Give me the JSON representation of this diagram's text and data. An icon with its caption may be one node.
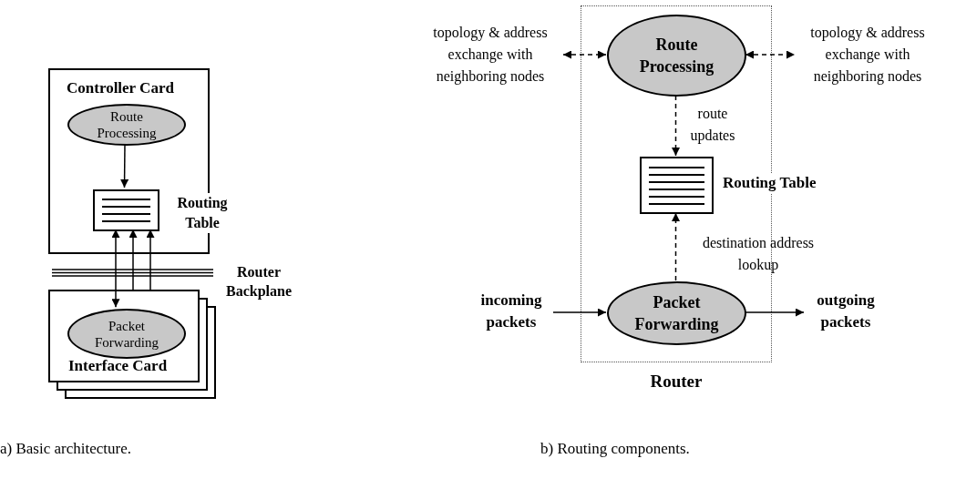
{
  "diagram": {
    "nodes": [
      {
        "text": [
          "Controller Card"
        ]
      },
      {
        "text": [
          "Route Processing"
        ],
        "in": 0
      },
      {
        "text": [],
        "shape": "box",
        "in": 0,
        "beside": [
          "Routing Table"
        ]
      },
      {
        "text": [
          "Interface Card"
        ]
      },
      {
        "text": [
          "Packet Forwarding"
        ],
        "in": 3
      },
      {
        "text": [
          "Router"
        ]
      },
      {
        "text": [
          "topology & address exchange with neighboring nodes"
        ]
      },
      {
        "text": [
          "Route Processing"
        ],
        "in": 5
      },
      {
        "text": [
          "topology & address exchange with neighboring nodes"
        ]
      },
      {
        "text": [],
        "shape": "box",
        "in": 5,
        "beside": [
          "Routing Table"
        ]
      },
      {
        "text": [
          "incoming packets"
        ]
      },
      {
        "text": [
          "Packet Forwarding"
        ],
        "in": 5
      },
      {
        "text": [
          "outgoing packets"
        ]
      }
    ],
    "edges": [
      {
        "from": 1,
        "to": 2,
        "arrow": "to"
      },
      {
        "from": 4,
        "to": 2,
        "arrow": "both"
      },
      {
        "from": 3,
        "to": 2,
        "arrow": "to"
      },
      {
        "from": 3,
        "to": 2,
        "arrow": "to"
      },
      {
        "from": 6,
        "to": 7,
        "arrow": "both",
        "style": "dashed"
      },
      {
        "from": 7,
        "to": 8,
        "arrow": "both",
        "style": "dashed"
      },
      {
        "from": 7,
        "to": 9,
        "arrow": "to",
        "style": "dashed",
        "label": "route updates"
      },
      {
        "from": 11,
        "to": 9,
        "arrow": "to",
        "style": "dashed",
        "label": "destination address lookup"
      },
      {
        "from": 10,
        "to": 11,
        "arrow": "to"
      },
      {
        "from": 11,
        "to": 12,
        "arrow": "to"
      }
    ],
    "labels": [
      "Router Backplane",
      "a) Basic architecture.",
      "b) Routing components."
    ]
  }
}
